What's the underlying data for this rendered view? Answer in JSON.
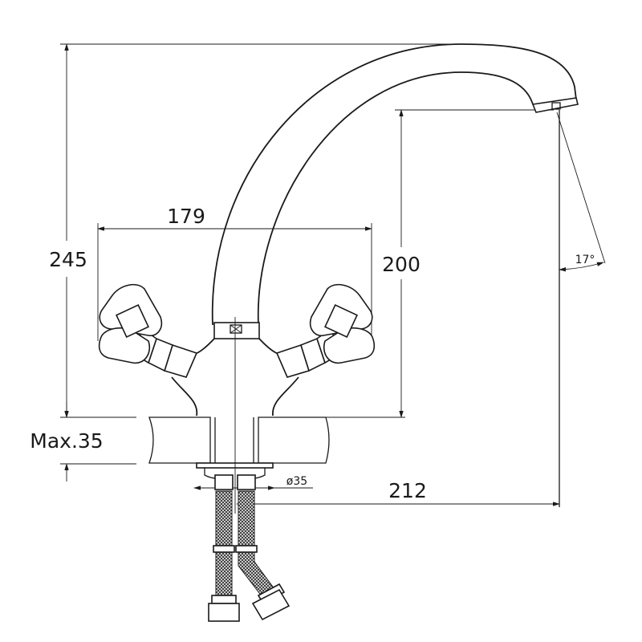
{
  "drawing": {
    "title": "Faucet technical drawing",
    "dimensions": {
      "total_height": "245",
      "spout_height": "200",
      "handle_span": "179",
      "spout_reach": "212",
      "max_counter_thickness": "Max.35",
      "hole_diameter": "ø35",
      "spout_angle": "17°"
    },
    "line_color": "#1a1a1a",
    "background": "#ffffff"
  }
}
